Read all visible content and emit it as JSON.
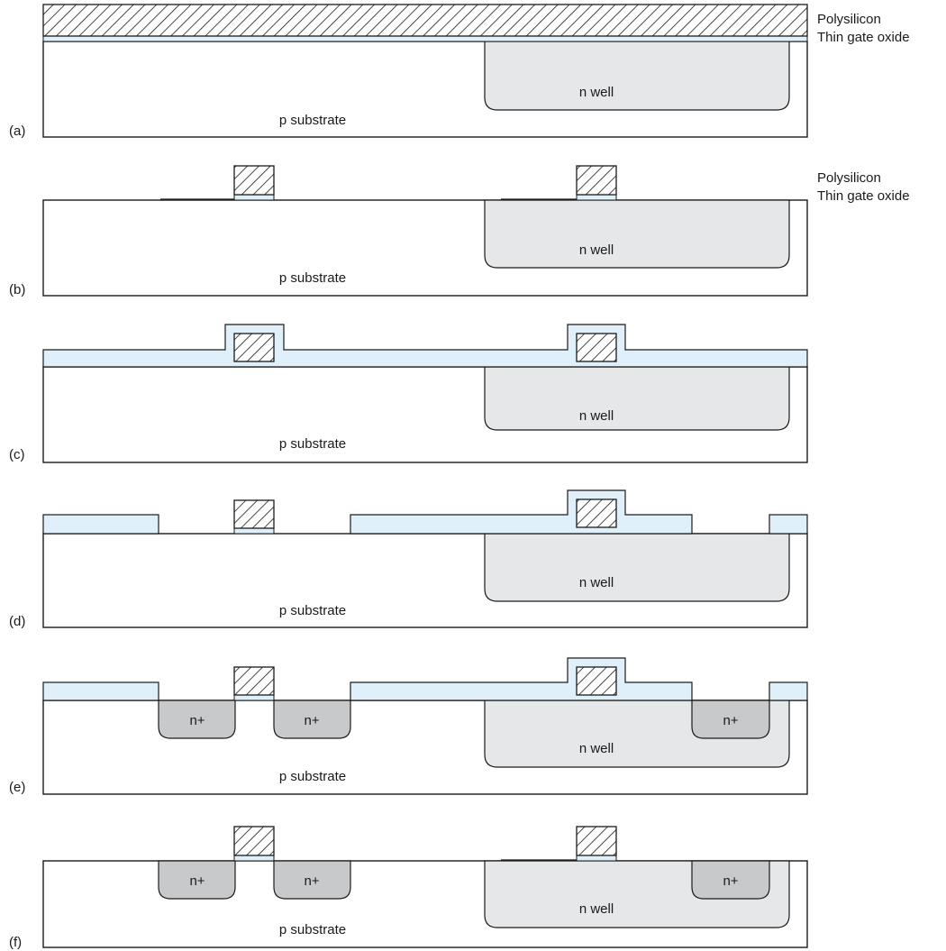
{
  "colors": {
    "substrate": "#ffffff",
    "n_well": "#e6e7e9",
    "n_plus": "#c8c9cb",
    "oxide": "#dff0fa",
    "outline": "#1a1a1a"
  },
  "labels": {
    "polysilicon": "Polysilicon",
    "thin_gate_oxide": "Thin gate oxide",
    "p_substrate": "p substrate",
    "n_well": "n well",
    "n_plus": "n+"
  },
  "steps": [
    {
      "label": "(a)"
    },
    {
      "label": "(b)"
    },
    {
      "label": "(c)"
    },
    {
      "label": "(d)"
    },
    {
      "label": "(e)"
    },
    {
      "label": "(f)"
    }
  ]
}
